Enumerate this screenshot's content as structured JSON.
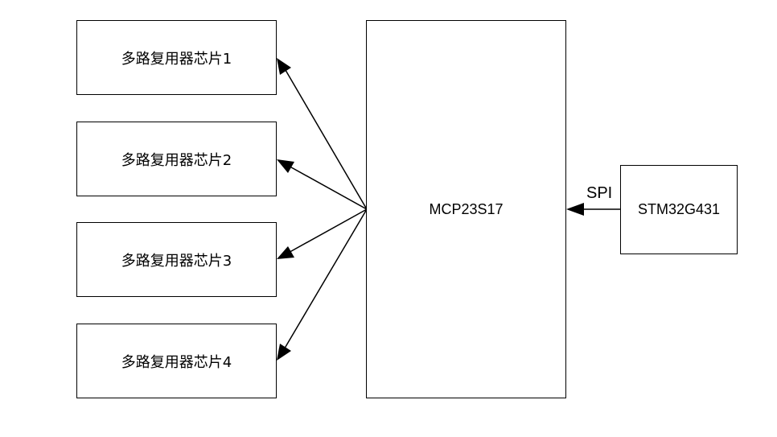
{
  "diagram": {
    "mux_chips": [
      {
        "label": "多路复用器芯片1"
      },
      {
        "label": "多路复用器芯片2"
      },
      {
        "label": "多路复用器芯片3"
      },
      {
        "label": "多路复用器芯片4"
      }
    ],
    "expander": {
      "label": "MCP23S17"
    },
    "mcu": {
      "label": "STM32G431"
    },
    "bus": {
      "label": "SPI"
    },
    "line_color": "#000000"
  }
}
